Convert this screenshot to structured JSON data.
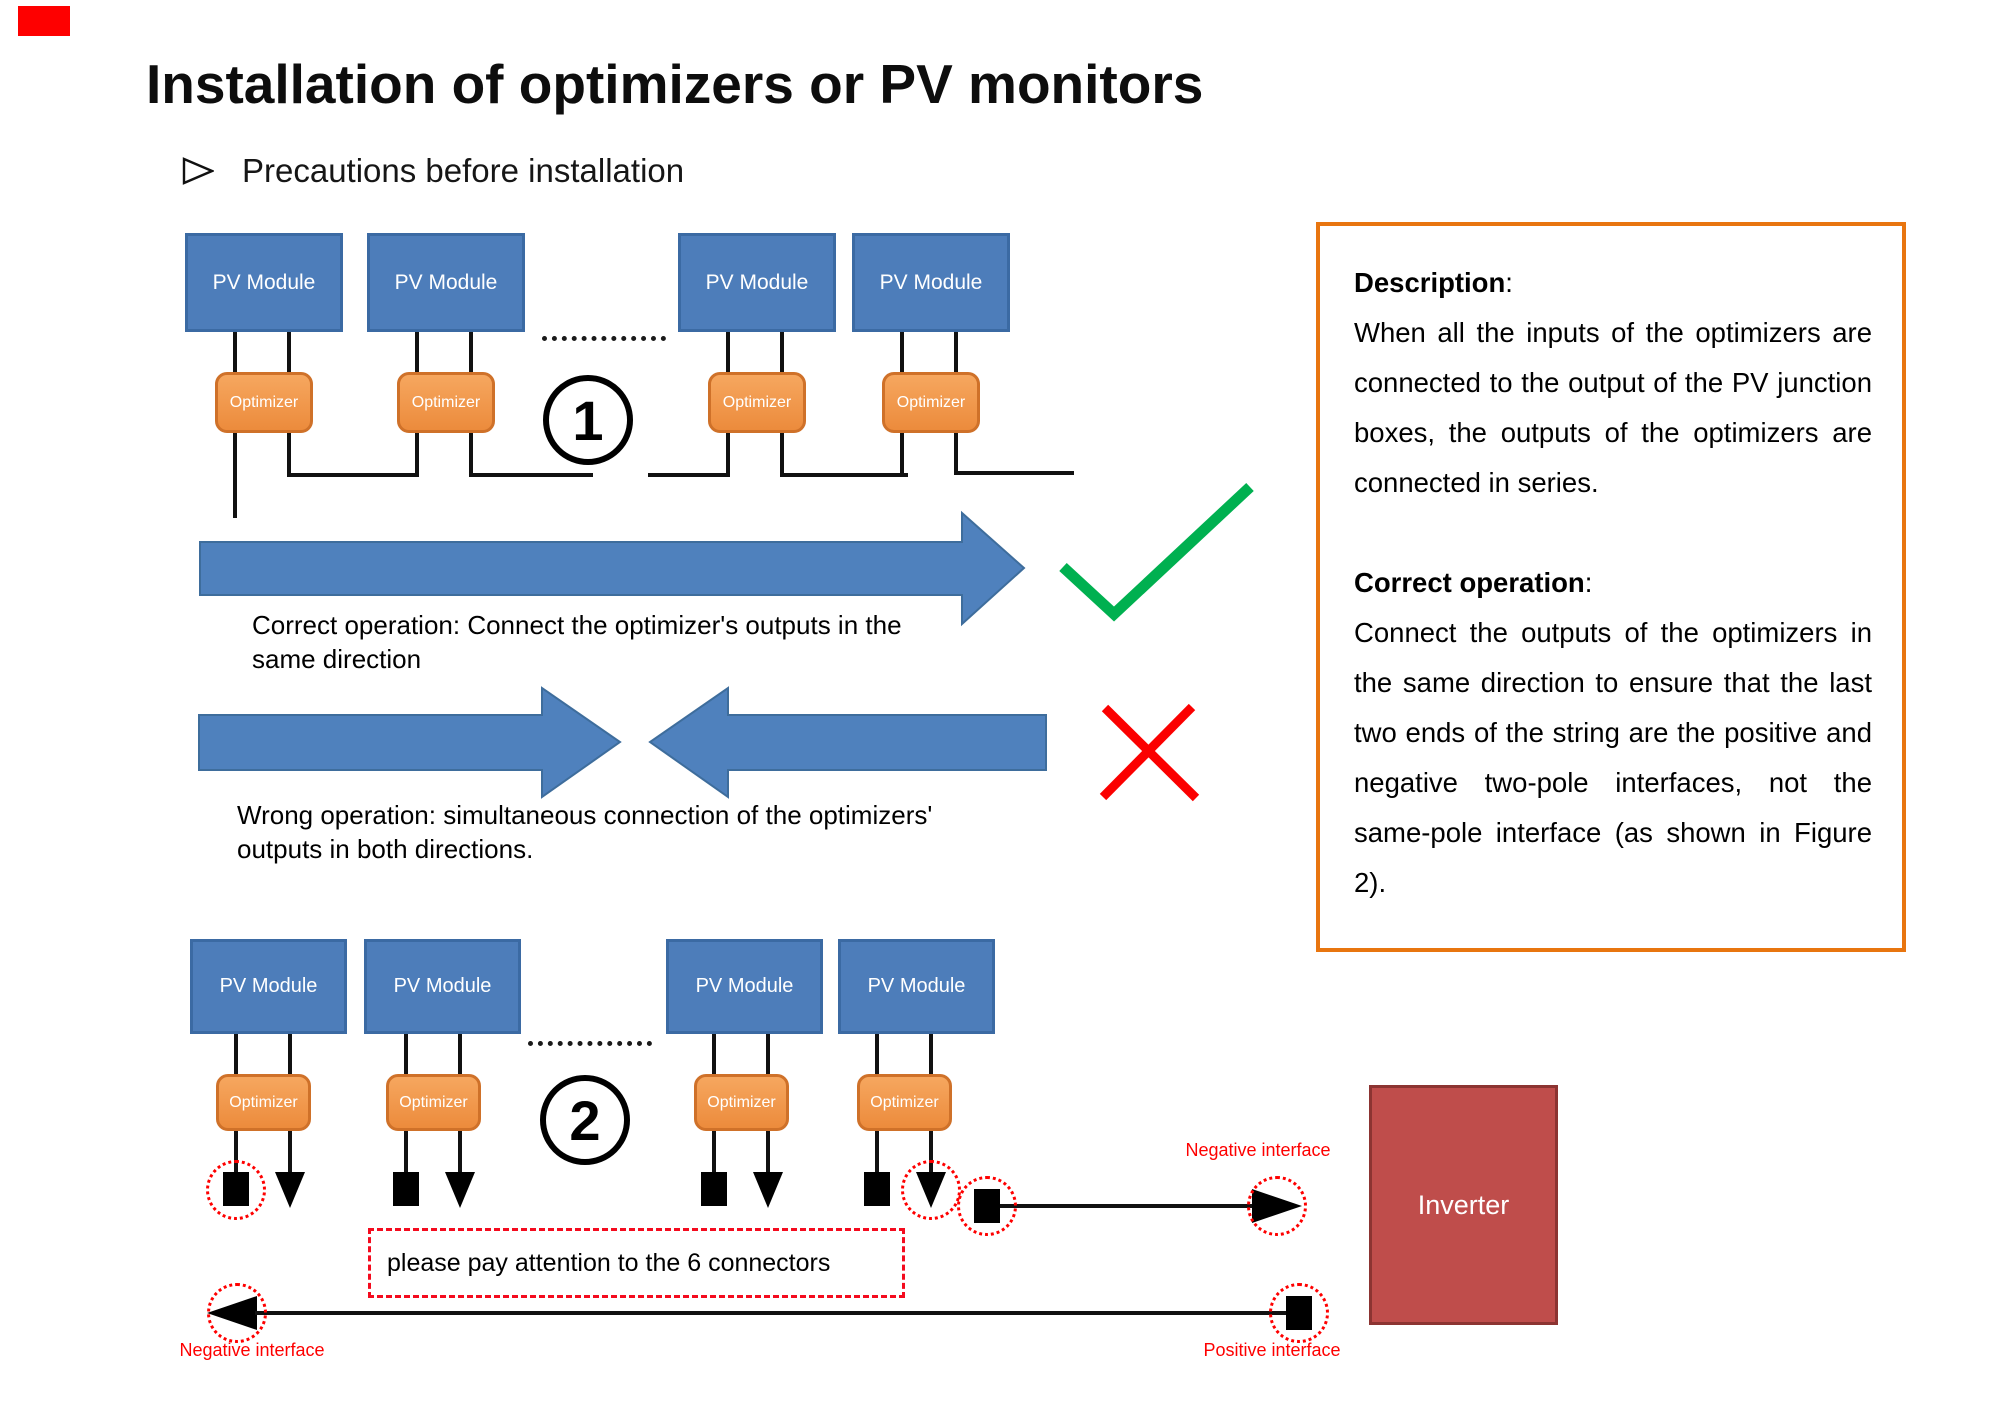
{
  "slide": {
    "title": "Installation of optimizers or PV monitors",
    "bullet": "Precautions before installation"
  },
  "labels": {
    "pv_module": "PV Module",
    "optimizer": "Optimizer",
    "inverter": "Inverter"
  },
  "figure1": {
    "number": "1",
    "caption_correct_line1": "Correct operation: Connect the optimizer's outputs in the",
    "caption_correct_line2": "same direction",
    "caption_wrong_line1": "Wrong operation: simultaneous connection of the optimizers'",
    "caption_wrong_line2": "outputs in both directions."
  },
  "figure2": {
    "number": "2",
    "attention_note": "please pay attention to the 6 connectors",
    "negative_interface_top": "Negative interface",
    "negative_interface_bottom": "Negative interface",
    "positive_interface": "Positive interface"
  },
  "description_box": {
    "heading1": "Description",
    "colon": ":",
    "paragraph1": "When all the inputs of the optimizers are connected to the output of the PV junction boxes, the outputs of the optimizers are connected in series.",
    "heading2": "Correct operation",
    "paragraph2": "Connect the outputs of the optimizers in the same direction to ensure that the last two ends of the string are the positive and negative two-pole interfaces, not the same-pole interface (as shown in Figure 2)."
  },
  "colors": {
    "module_blue": "#4d7dba",
    "optimizer_orange": "#f09342",
    "arrow_blue": "#4f81bd",
    "inverter_red": "#bf4d4b",
    "description_border_orange": "#e8750f",
    "correct_green": "#00b050",
    "wrong_red": "#ff0000",
    "corner_red": "#fe0000"
  }
}
